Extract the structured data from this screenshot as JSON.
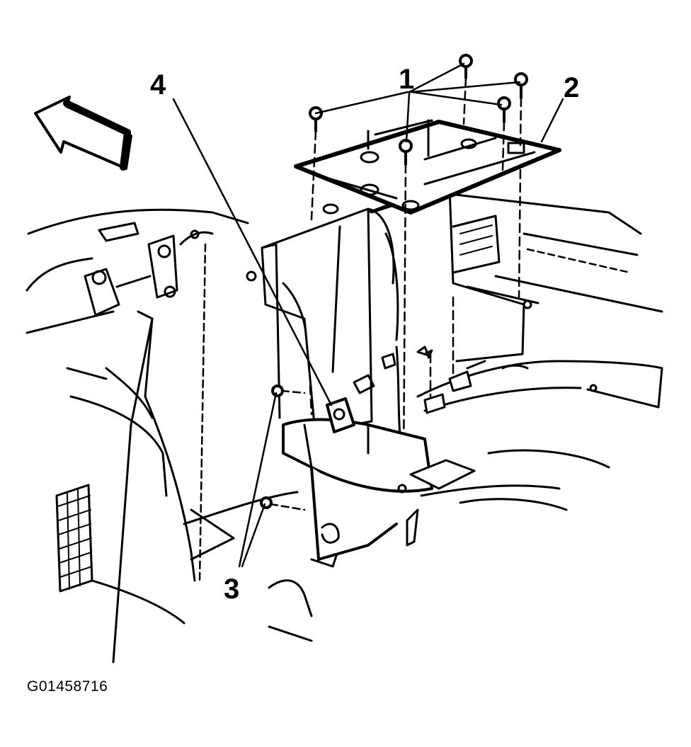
{
  "figure": {
    "figure_id": "G01458716",
    "callouts": [
      {
        "id": "1",
        "label": "1"
      },
      {
        "id": "2",
        "label": "2"
      },
      {
        "id": "3",
        "label": "3"
      },
      {
        "id": "4",
        "label": "4"
      }
    ],
    "icons": [
      "direction-arrow-icon",
      "bolt-icon"
    ],
    "colors": {
      "ink": "#000000",
      "paper": "#ffffff"
    }
  }
}
